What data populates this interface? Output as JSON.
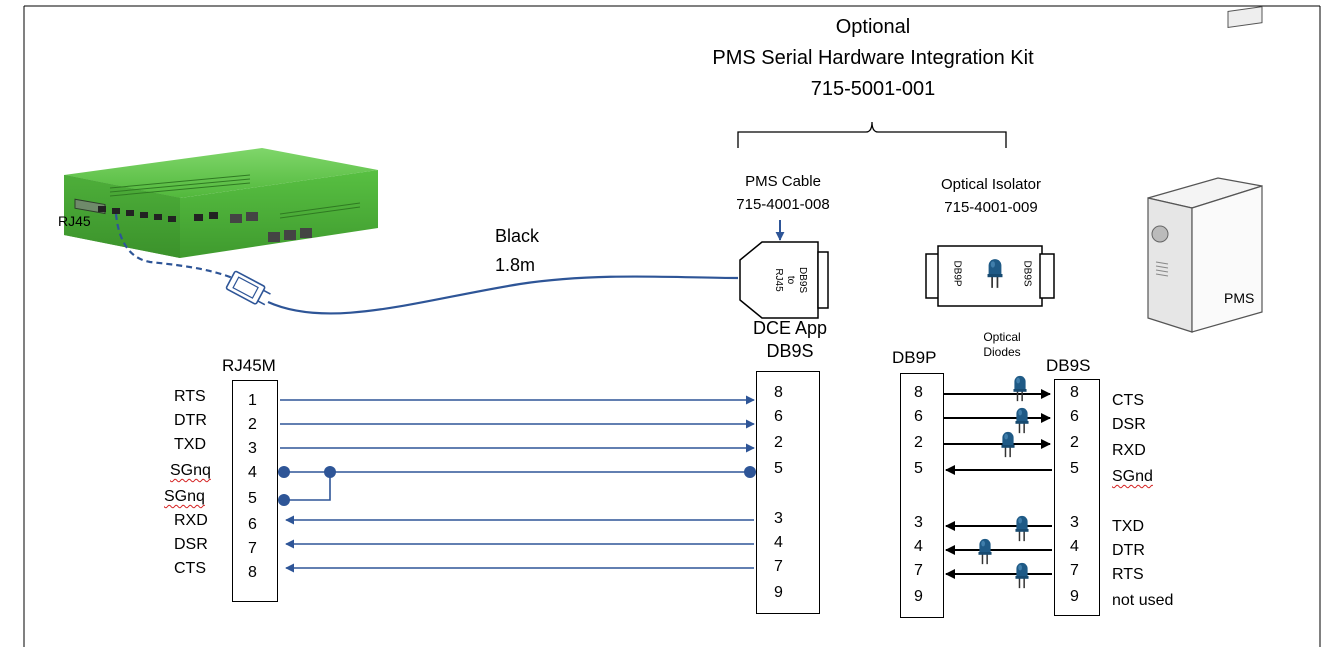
{
  "kit": {
    "line1": "Optional",
    "line2": "PMS Serial Hardware Integration Kit",
    "line3": "715-5001-001"
  },
  "pms_cable": {
    "name": "PMS Cable",
    "part": "715-4001-008",
    "conn_label": [
      "DB9S",
      "to",
      "RJ45"
    ]
  },
  "isolator": {
    "name": "Optical Isolator",
    "part": "715-4001-009",
    "left": "DB9P",
    "right": "DB9S"
  },
  "router": {
    "port_label": "RJ45"
  },
  "cable": {
    "color": "Black",
    "length": "1.8m"
  },
  "pc": {
    "label": "PMS"
  },
  "rj45m": {
    "title": "RJ45M",
    "signals": [
      "RTS",
      "DTR",
      "TXD",
      "SGnq",
      "SGnq",
      "RXD",
      "DSR",
      "CTS"
    ],
    "pins": [
      "1",
      "2",
      "3",
      "4",
      "5",
      "6",
      "7",
      "8"
    ]
  },
  "dce": {
    "title1": "DCE App",
    "title2": "DB9S",
    "pins": [
      "8",
      "6",
      "2",
      "5",
      "3",
      "4",
      "7",
      "9"
    ]
  },
  "db9p": {
    "title": "DB9P",
    "pins": [
      "8",
      "6",
      "2",
      "5",
      "3",
      "4",
      "7",
      "9"
    ]
  },
  "diodes": {
    "line1": "Optical",
    "line2": "Diodes"
  },
  "db9s": {
    "title": "DB9S",
    "pins": [
      "8",
      "6",
      "2",
      "5",
      "3",
      "4",
      "7",
      "9"
    ],
    "signals": [
      "CTS",
      "DSR",
      "RXD",
      "SGnd",
      "TXD",
      "DTR",
      "RTS",
      "not used"
    ]
  },
  "colors": {
    "wire_blue": "#2e5597",
    "router_green": "#4fbe3a",
    "led_blue": "#1f5a86"
  }
}
